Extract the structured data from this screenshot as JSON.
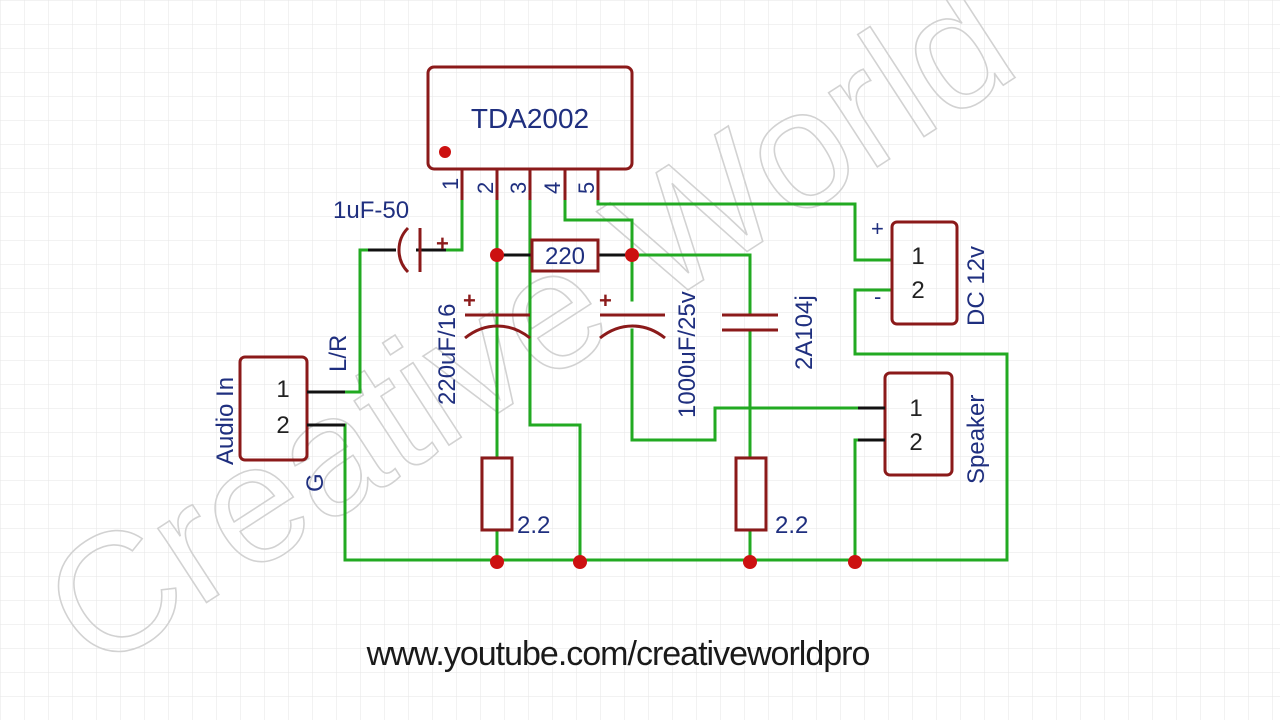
{
  "ic": {
    "name": "TDA2002",
    "pins": [
      "1",
      "2",
      "3",
      "4",
      "5"
    ]
  },
  "input_cap": {
    "value": "1uF-50",
    "polarity": "+"
  },
  "cap1": {
    "value": "220uF/16",
    "polarity": "+"
  },
  "cap2": {
    "value": "1000uF/25v",
    "polarity": "+"
  },
  "cap3": {
    "value": "2A104j"
  },
  "feedback_res": {
    "value": "220"
  },
  "res1": {
    "value": "2.2"
  },
  "res2": {
    "value": "2.2"
  },
  "audio_in": {
    "title": "Audio In",
    "pin1": "1",
    "pin2": "2",
    "net1": "L/R",
    "net2": "G"
  },
  "dc_in": {
    "title": "DC 12v",
    "pin1": "1",
    "pin2": "2",
    "plus": "+",
    "minus": "-"
  },
  "speaker": {
    "title": "Speaker",
    "pin1": "1",
    "pin2": "2"
  },
  "watermark": "Creative World",
  "footer_url": "www.youtube.com/creativeworldpro",
  "colors": {
    "wire": "#22aa22",
    "part": "#8b1a1a",
    "junction": "#cc1111",
    "text": "#1f2f7f",
    "grid": "#e6e6e6"
  }
}
